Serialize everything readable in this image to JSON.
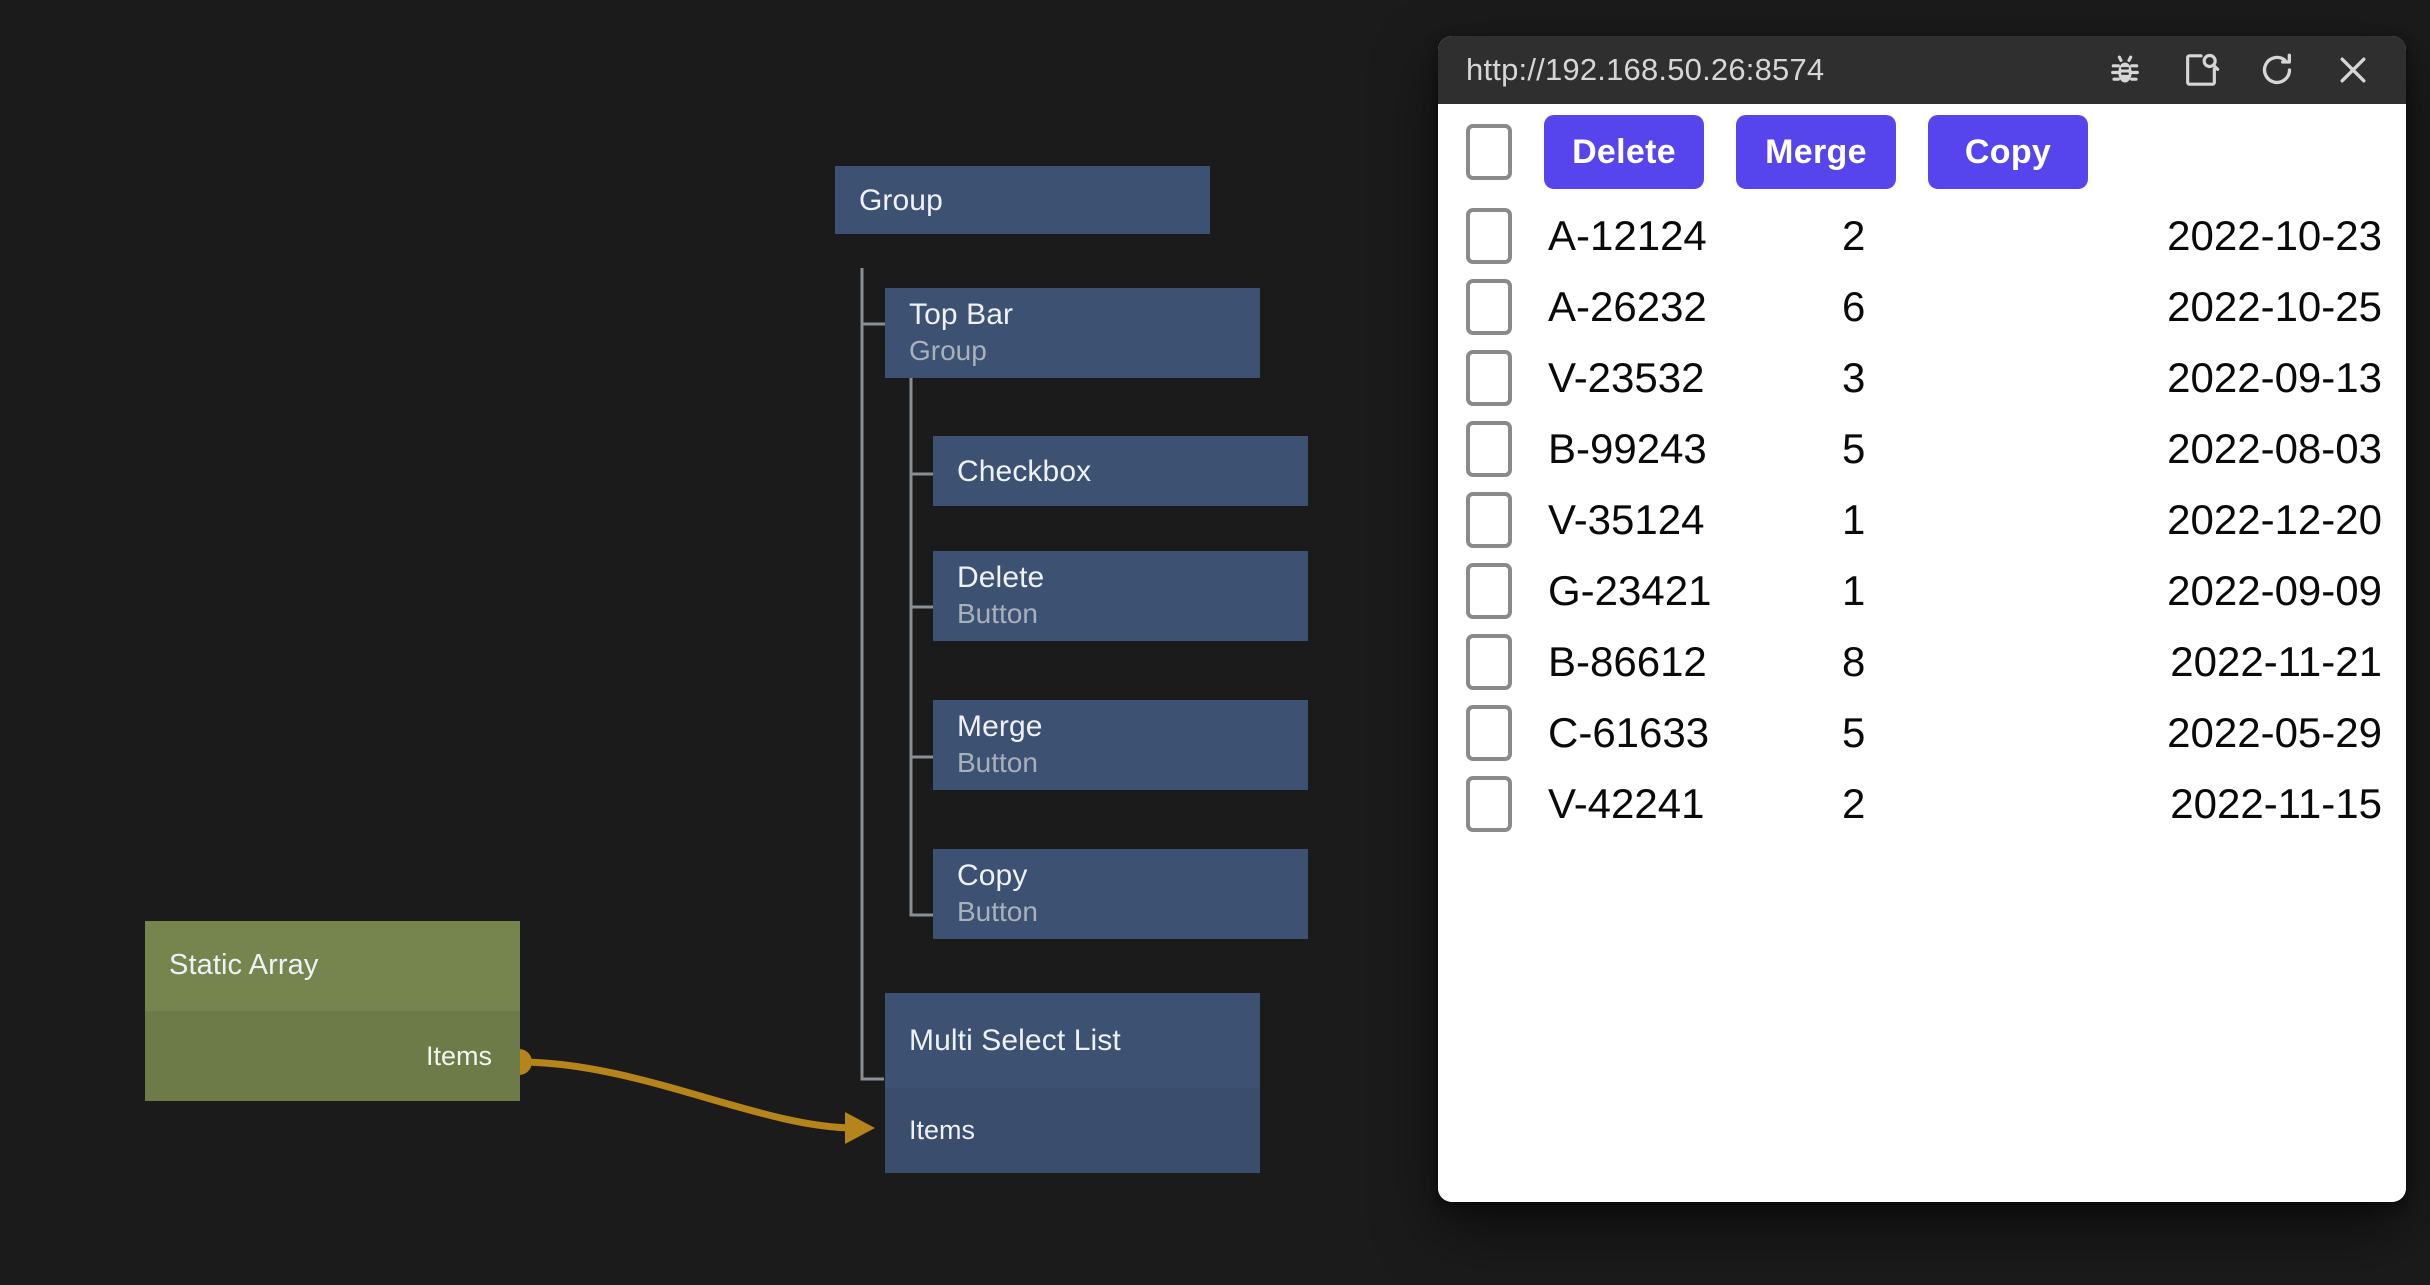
{
  "editor": {
    "background": "#1b1b1b",
    "node_blue": "#3d5173",
    "node_green": "#76854e",
    "wire_color": "#b5841a",
    "nodes": {
      "group": {
        "title": "Group",
        "subtitle": ""
      },
      "top_bar": {
        "title": "Top Bar",
        "subtitle": "Group"
      },
      "checkbox": {
        "title": "Checkbox",
        "subtitle": ""
      },
      "delete": {
        "title": "Delete",
        "subtitle": "Button"
      },
      "merge": {
        "title": "Merge",
        "subtitle": "Button"
      },
      "copy": {
        "title": "Copy",
        "subtitle": "Button"
      },
      "multi_select_list": {
        "title": "Multi Select List",
        "port": "Items"
      },
      "static_array": {
        "title": "Static Array",
        "port": "Items"
      }
    }
  },
  "browser": {
    "url": "http://192.168.50.26:8574",
    "toolbar_icons": [
      "bug-icon",
      "inspect-page-icon",
      "reload-icon",
      "close-icon"
    ],
    "accent": "#5645ec",
    "page": {
      "select_all_checkbox": false,
      "actions": [
        {
          "label": "Delete"
        },
        {
          "label": "Merge"
        },
        {
          "label": "Copy"
        }
      ],
      "rows": [
        {
          "checked": false,
          "id": "A-12124",
          "qty": "2",
          "date": "2022-10-23"
        },
        {
          "checked": false,
          "id": "A-26232",
          "qty": "6",
          "date": "2022-10-25"
        },
        {
          "checked": false,
          "id": "V-23532",
          "qty": "3",
          "date": "2022-09-13"
        },
        {
          "checked": false,
          "id": "B-99243",
          "qty": "5",
          "date": "2022-08-03"
        },
        {
          "checked": false,
          "id": "V-35124",
          "qty": "1",
          "date": "2022-12-20"
        },
        {
          "checked": false,
          "id": "G-23421",
          "qty": "1",
          "date": "2022-09-09"
        },
        {
          "checked": false,
          "id": "B-86612",
          "qty": "8",
          "date": "2022-11-21"
        },
        {
          "checked": false,
          "id": "C-61633",
          "qty": "5",
          "date": "2022-05-29"
        },
        {
          "checked": false,
          "id": "V-42241",
          "qty": "2",
          "date": "2022-11-15"
        }
      ]
    }
  }
}
